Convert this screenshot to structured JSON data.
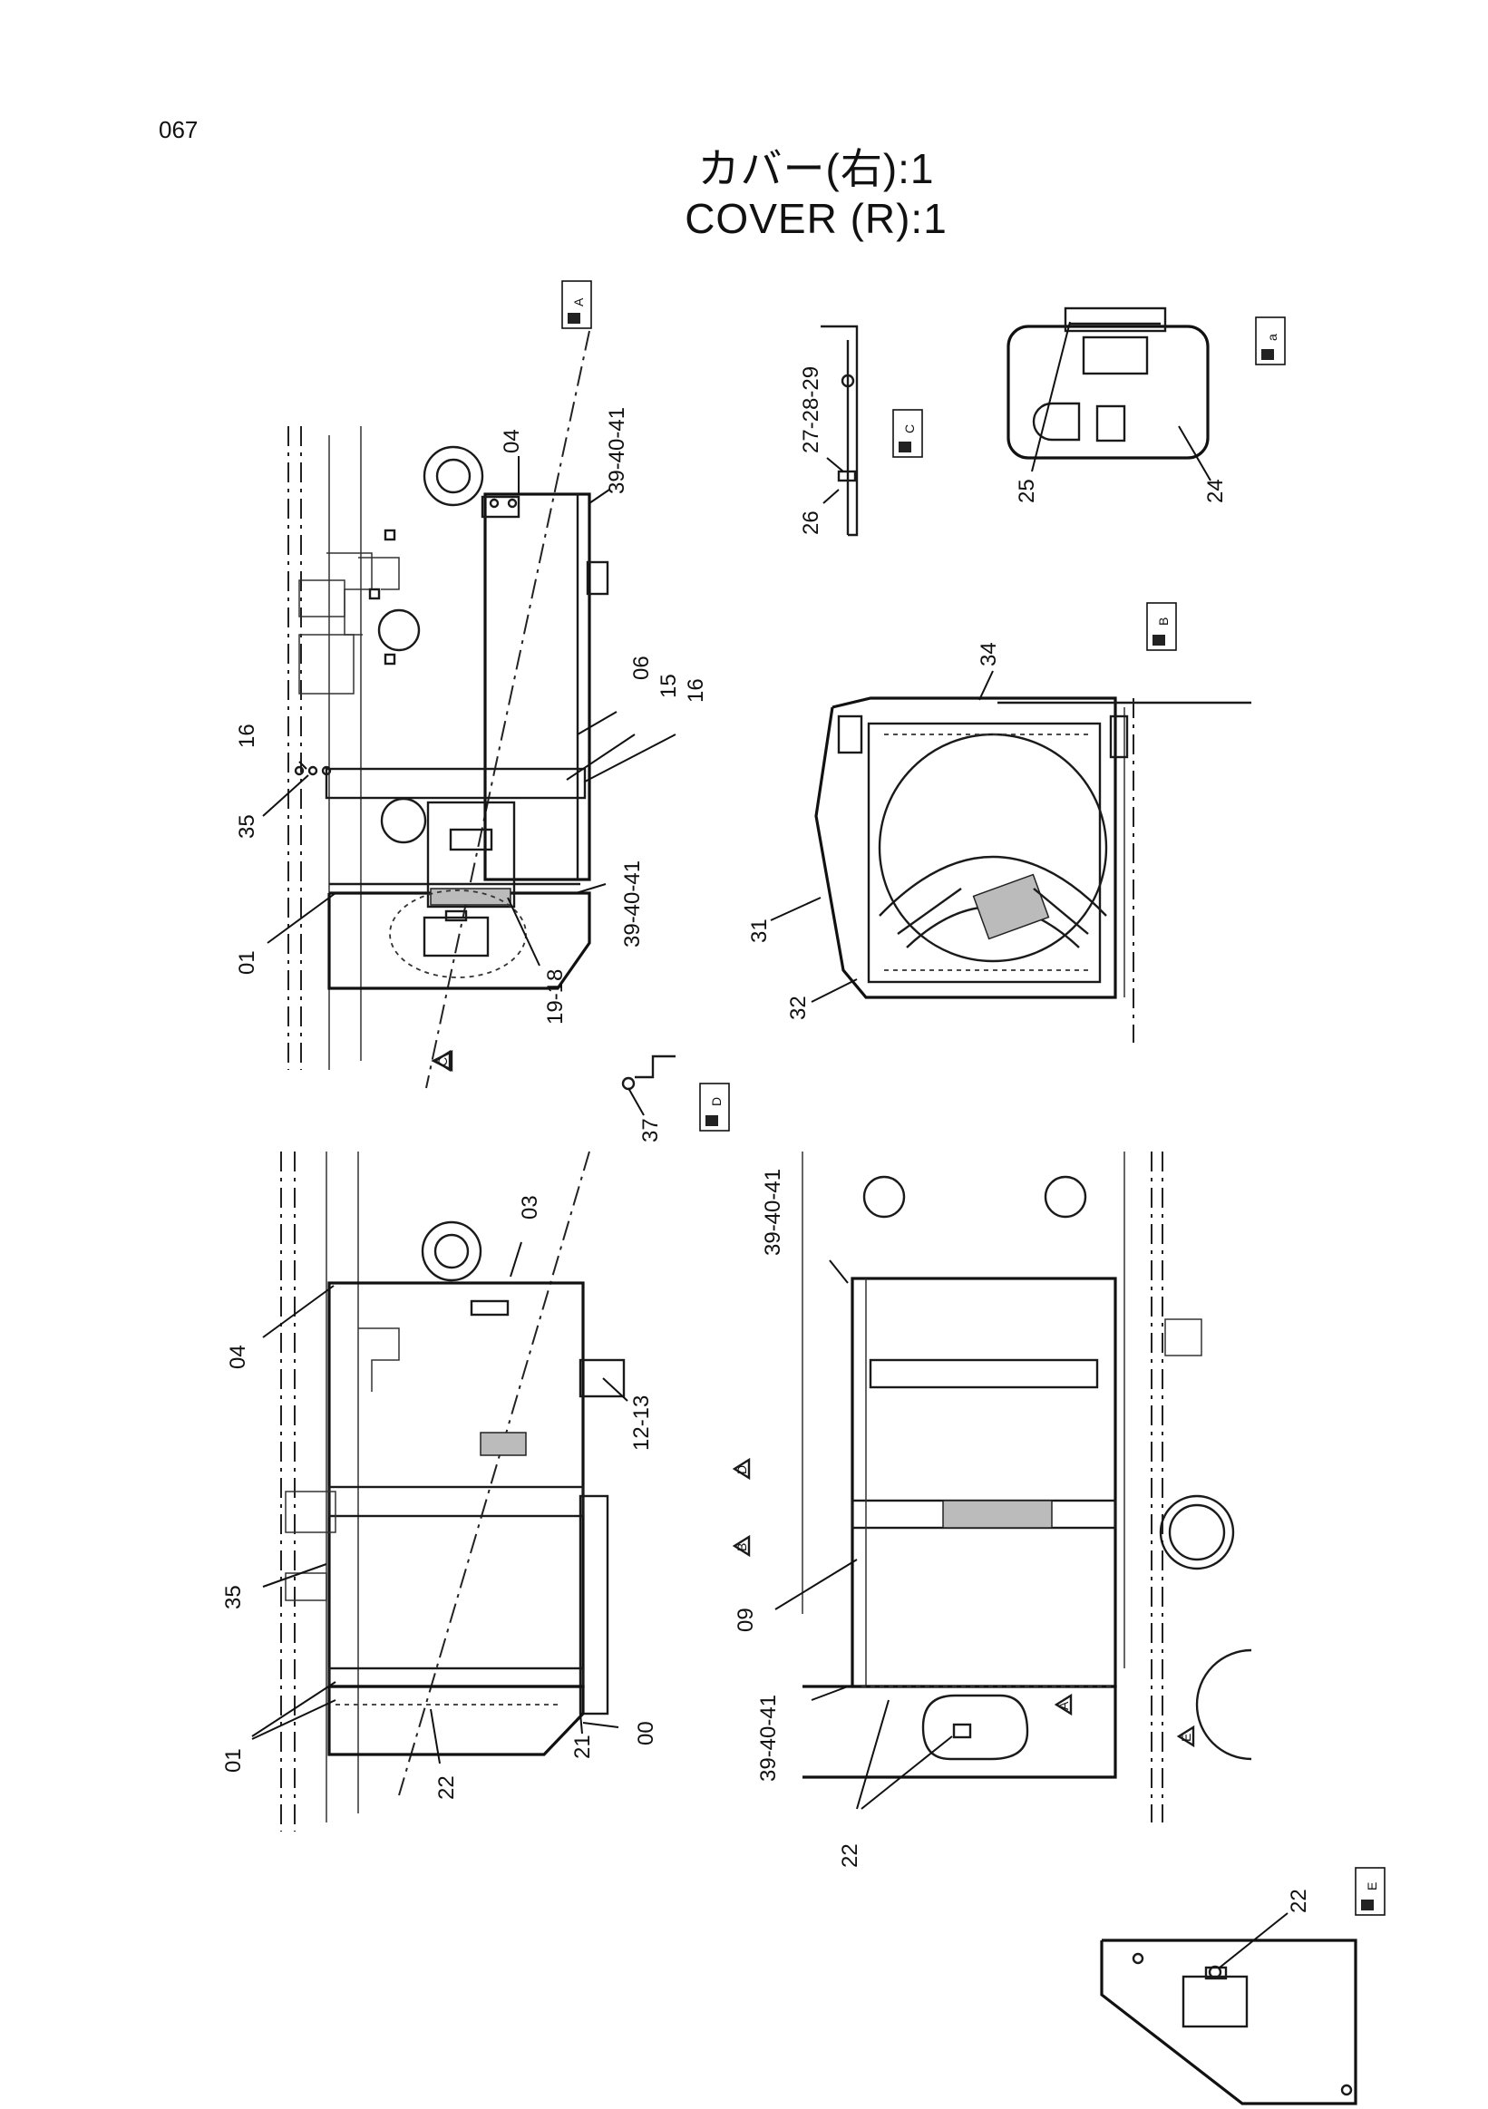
{
  "page_number": "067",
  "title_jp": "カバー(右):1",
  "title_en": "COVER (R):1",
  "part_labels": {
    "p04a": "04",
    "p39a": "39-40-41",
    "p06": "06",
    "p15": "15",
    "p16a": "16",
    "p16b": "16",
    "p35a": "35",
    "p01a": "01",
    "p39b": "39-40-41",
    "p19": "19-18",
    "p27": "27-28-29",
    "p26": "26",
    "p25": "25",
    "p24": "24",
    "p34": "34",
    "p31": "31",
    "p32": "32",
    "p37": "37",
    "p03": "03",
    "p04b": "04",
    "p1213": "12-13",
    "p35b": "35",
    "p01b": "01",
    "p22a": "22",
    "p21": "21",
    "p00": "00",
    "p39c": "39-40-41",
    "p09": "09",
    "p39d": "39-40-41",
    "p22b": "22",
    "p22c": "22"
  },
  "view_tags": {
    "section_a": "A",
    "detail_a": "a",
    "section_c": "C",
    "section_b": "B",
    "section_d": "D",
    "view_e": "E"
  },
  "view_markers": {
    "m_c": "C",
    "m_d": "D",
    "m_b": "B",
    "m_a": "A",
    "m_e": "E"
  }
}
